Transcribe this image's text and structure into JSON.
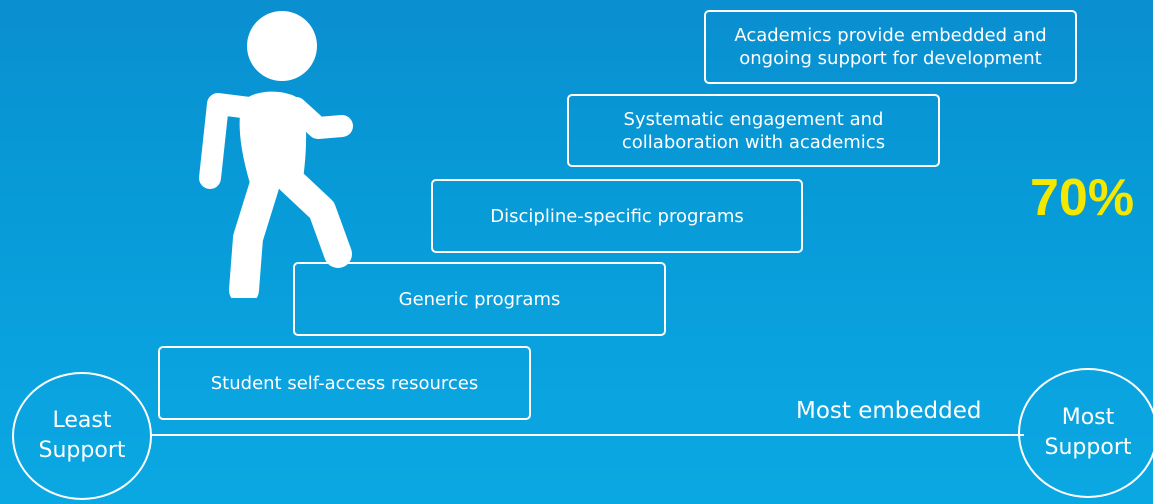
{
  "steps": [
    {
      "label": "Student self-access resources"
    },
    {
      "label": "Generic programs"
    },
    {
      "label": "Discipline-specific programs"
    },
    {
      "label_line1": "Systematic engagement and",
      "label_line2": "collaboration with academics"
    },
    {
      "label_line1": "Academics provide embedded and",
      "label_line2": "ongoing support for development"
    }
  ],
  "axis": {
    "left_endpoint_line1": "Least",
    "left_endpoint_line2": "Support",
    "right_endpoint_line1": "Most",
    "right_endpoint_line2": "Support",
    "axis_label": "Most embedded"
  },
  "overlay": {
    "percentage": "70%"
  },
  "colors": {
    "background": "#079bd8",
    "foreground": "#ffffff",
    "highlight": "#f5e800"
  },
  "icons": [
    "walking-person-icon"
  ]
}
